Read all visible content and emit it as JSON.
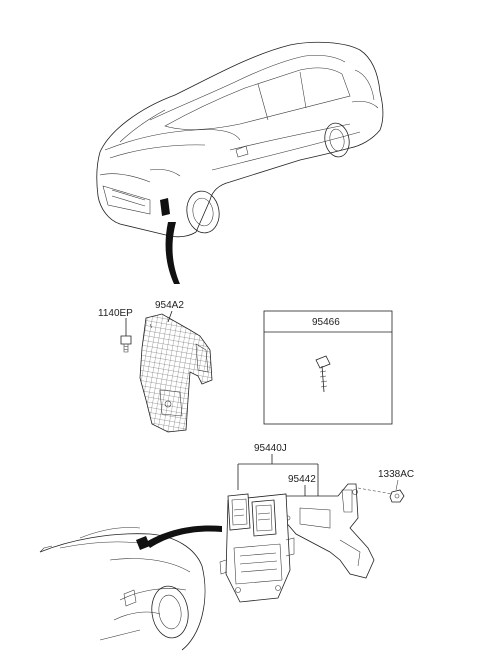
{
  "labels": {
    "bolt_1140": "1140EP",
    "bracket_954a2": "954A2",
    "box_95466": "95466",
    "ecu_95440j": "95440J",
    "bracket_95442": "95442",
    "nut_1338": "1338AC"
  }
}
